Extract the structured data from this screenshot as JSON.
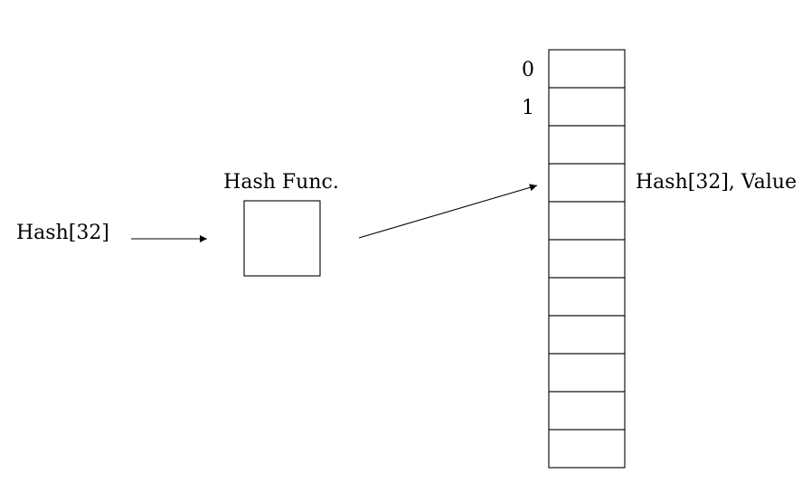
{
  "input": {
    "label": "Hash[32]"
  },
  "hash_function": {
    "label": "Hash Func."
  },
  "table": {
    "slot_count": 11,
    "index_labels": [
      "0",
      "1"
    ],
    "highlighted_slot_index": 3,
    "entry_label": "Hash[32], Value"
  },
  "colors": {
    "stroke": "#000000",
    "background": "#ffffff"
  }
}
